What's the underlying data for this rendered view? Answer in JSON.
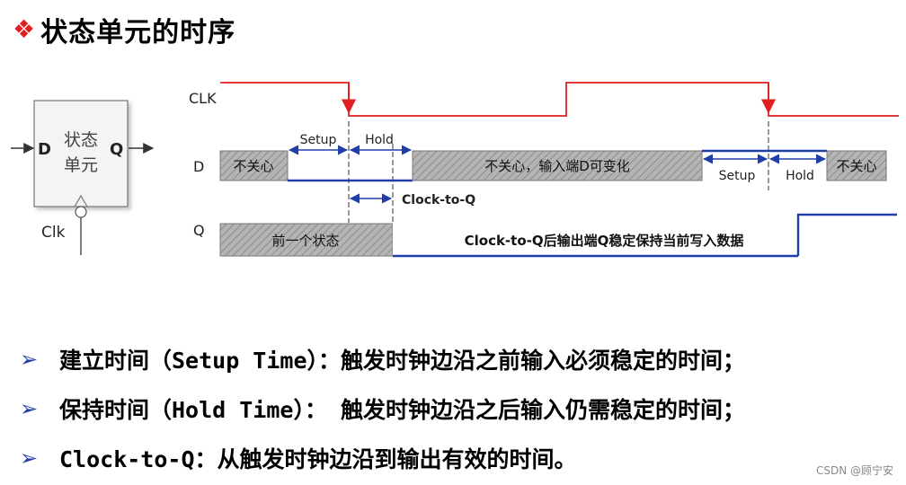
{
  "title": {
    "icon": "diamond-bullet-icon",
    "icon_color": "#e02020",
    "text": "状态单元的时序"
  },
  "block": {
    "label_line1": "状态",
    "label_line2": "单元",
    "pin_d": "D",
    "pin_q": "Q",
    "pin_clk": "Clk"
  },
  "signals": {
    "clk": "CLK",
    "d": "D",
    "q": "Q"
  },
  "d_segments": {
    "dont_care_1": "不关心",
    "dont_care_2": "不关心，输入端D可变化",
    "dont_care_3": "不关心"
  },
  "q_segments": {
    "prev_state": "前一个状态",
    "stable_note": "Clock-to-Q后输出端Q稳定保持当前写入数据"
  },
  "annotations": {
    "setup_1": "Setup",
    "hold_1": "Hold",
    "clock_to_q": "Clock-to-Q",
    "setup_2": "Setup",
    "hold_2": "Hold"
  },
  "colors": {
    "clk": "#e02020",
    "data": "#1f3ea8",
    "hatch": "#a0a0a0"
  },
  "bullets": [
    {
      "icon": "arrow-bullet-icon",
      "text": "建立时间（Setup Time）：触发时钟边沿之前输入必须稳定的时间；"
    },
    {
      "icon": "arrow-bullet-icon",
      "text": "保持时间（Hold Time）： 触发时钟边沿之后输入仍需稳定的时间；"
    },
    {
      "icon": "arrow-bullet-icon",
      "text": "Clock-to-Q：从触发时钟边沿到输出有效的时间。"
    }
  ],
  "watermark": "CSDN @顾宁安"
}
